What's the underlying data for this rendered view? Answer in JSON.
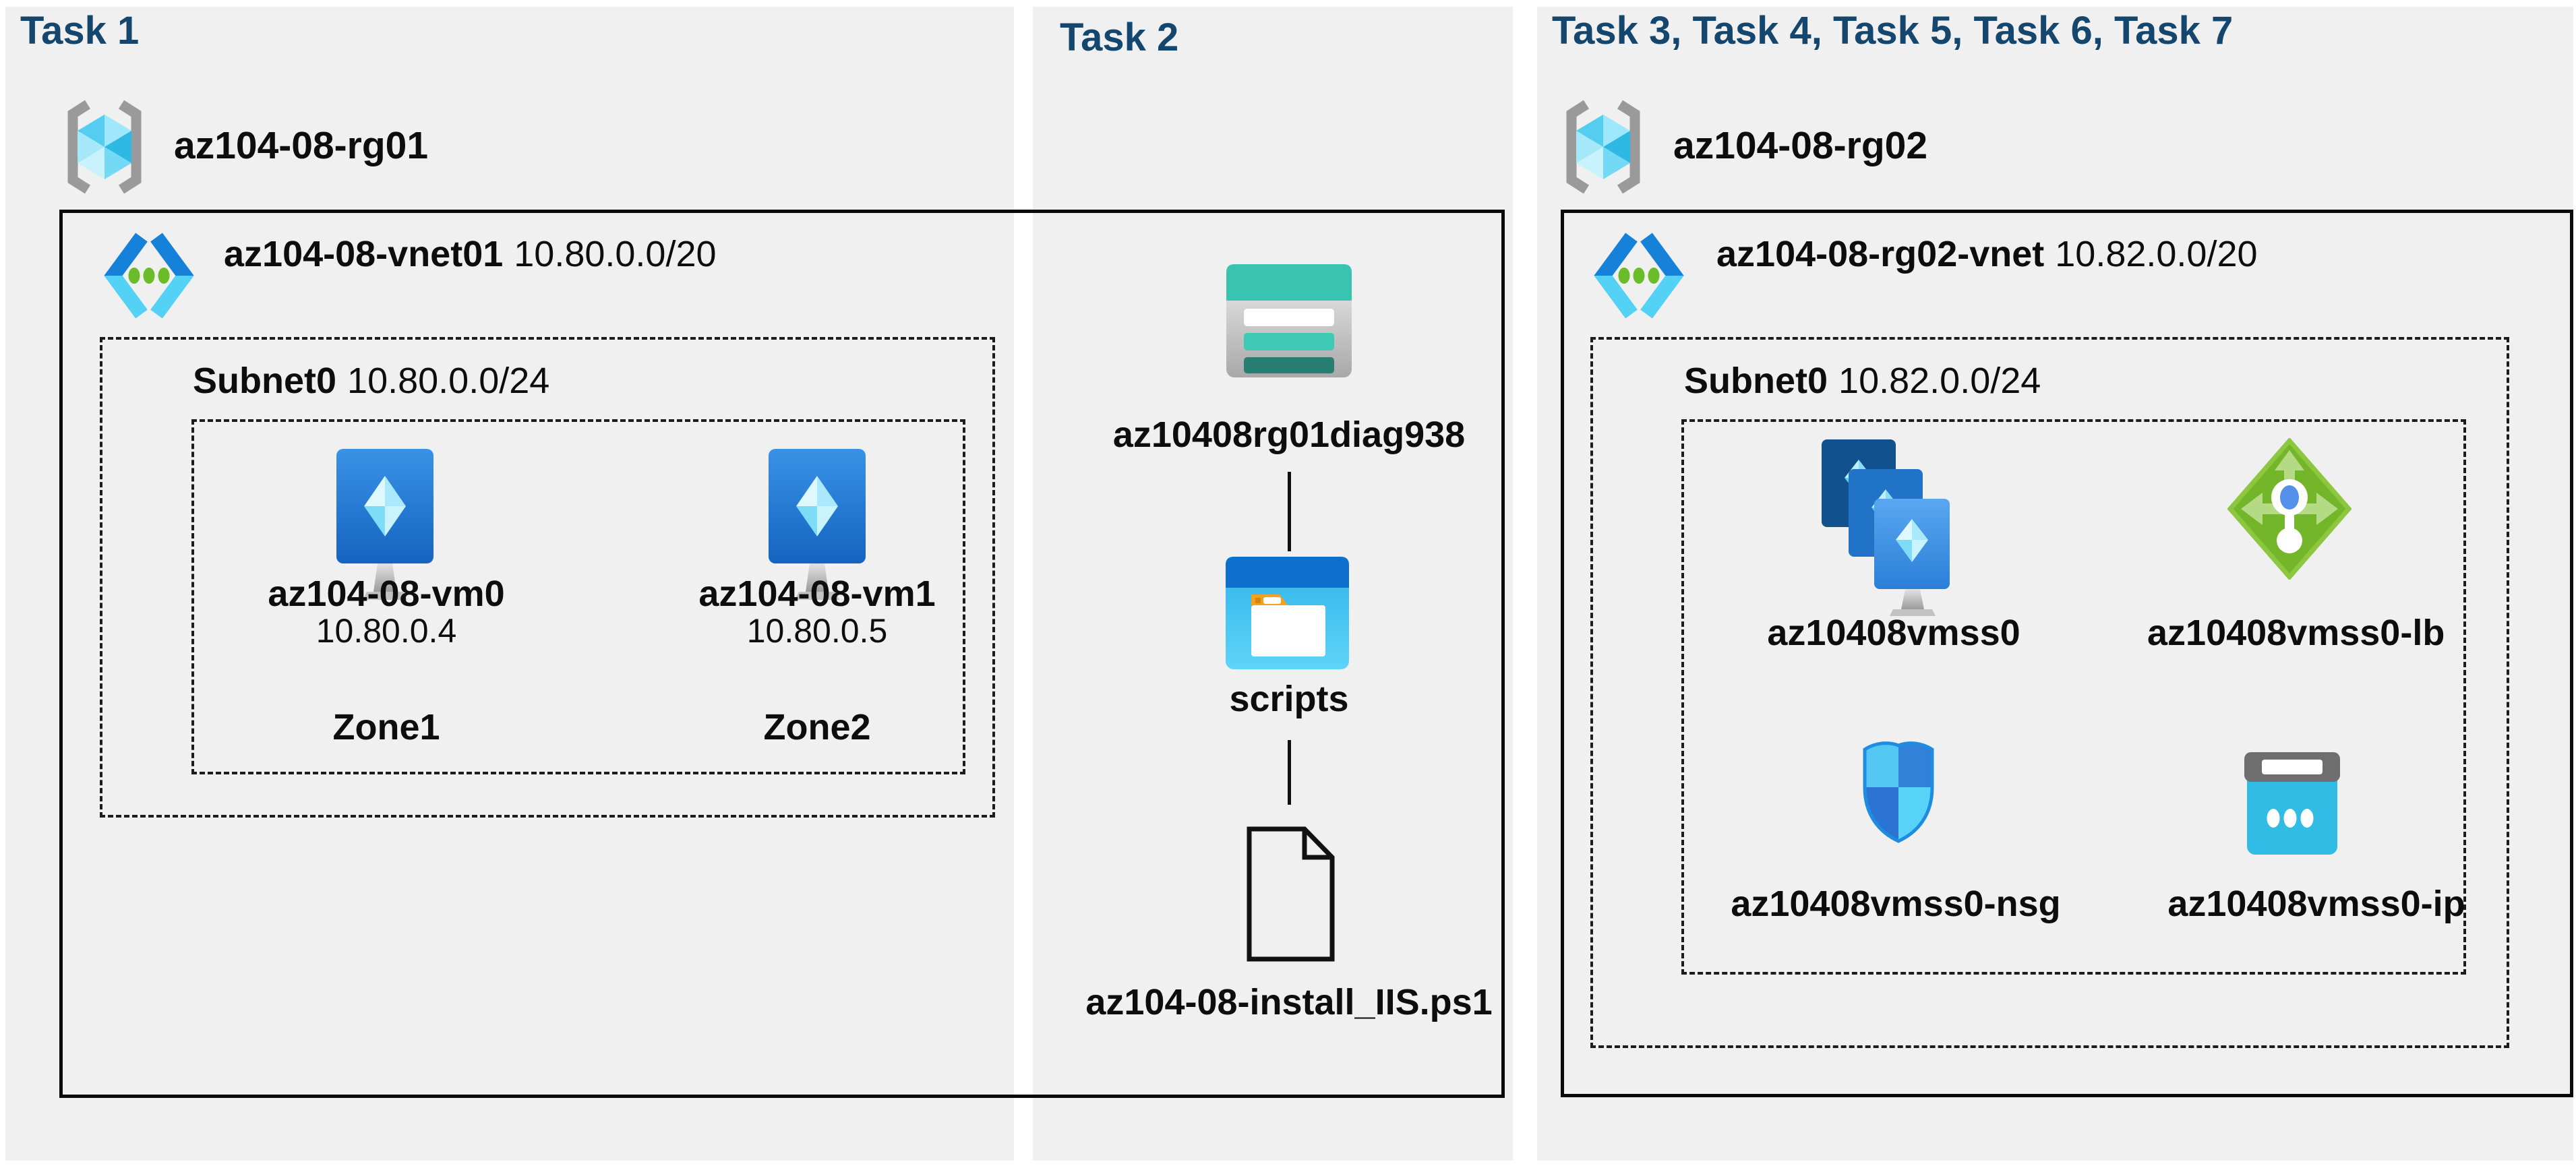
{
  "colors": {
    "title_navy": "#15476e",
    "panel_bg": "#f0f0f0",
    "line_black": "#111111",
    "azure_blue": "#1581d9",
    "azure_cyan": "#53d2f6",
    "azure_green": "#74b62a",
    "storage_teal": "#39c3b1"
  },
  "icons": {
    "rg": "resource-group-icon",
    "vnet": "virtual-network-icon",
    "vm": "virtual-machine-icon",
    "storage": "storage-account-icon",
    "folder": "blob-container-icon",
    "file": "script-file-icon",
    "vmss": "vm-scale-set-icon",
    "lb": "load-balancer-icon",
    "nsg": "network-security-group-icon",
    "pip": "public-ip-icon"
  },
  "task1": {
    "title": "Task 1",
    "resource_group": "az104-08-rg01",
    "vnet_name": "az104-08-vnet01",
    "vnet_cidr": "10.80.0.0/20",
    "subnet_name": "Subnet0",
    "subnet_cidr": "10.80.0.0/24",
    "vms": [
      {
        "name": "az104-08-vm0",
        "ip": "10.80.0.4",
        "zone": "Zone1"
      },
      {
        "name": "az104-08-vm1",
        "ip": "10.80.0.5",
        "zone": "Zone2"
      }
    ]
  },
  "task2": {
    "title": "Task 2",
    "storage_account": "az10408rg01diag938",
    "container": "scripts",
    "script_file": "az104-08-install_IIS.ps1"
  },
  "task3": {
    "title": "Task 3, Task 4, Task 5, Task 6, Task 7",
    "resource_group": "az104-08-rg02",
    "vnet_name": "az104-08-rg02-vnet",
    "vnet_cidr": "10.82.0.0/20",
    "subnet_name": "Subnet0",
    "subnet_cidr": "10.82.0.0/24",
    "vmss": "az10408vmss0",
    "load_balancer": "az10408vmss0-lb",
    "nsg": "az10408vmss0-nsg",
    "public_ip": "az10408vmss0-ip"
  }
}
